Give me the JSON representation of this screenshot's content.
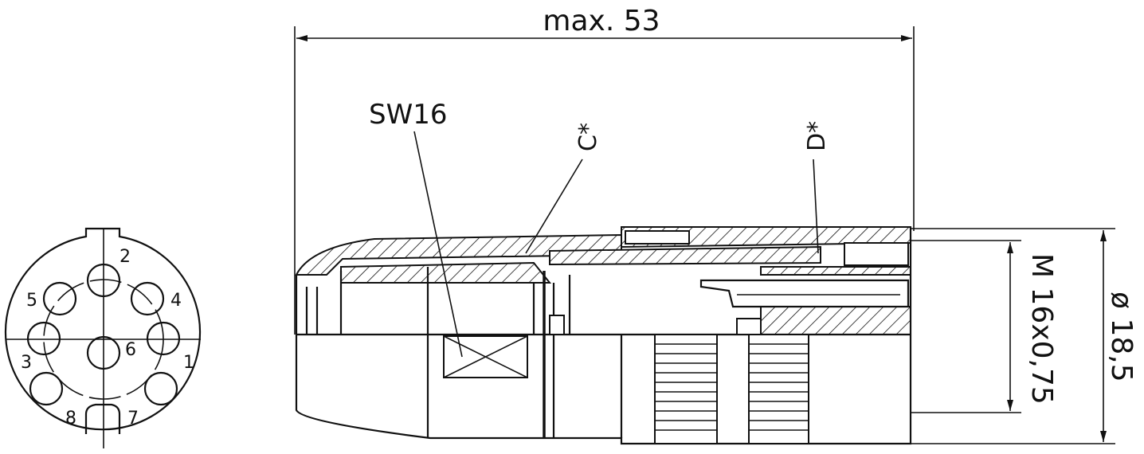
{
  "dimensions": {
    "overall_length": "max. 53",
    "thread": "M 16x0,75",
    "diameter": "ø 18,5"
  },
  "labels": {
    "wrench_size": "SW16",
    "callout_c": "C*",
    "callout_d": "D*"
  },
  "pins": [
    "1",
    "2",
    "3",
    "4",
    "5",
    "6",
    "7",
    "8"
  ],
  "colors": {
    "line": "#111111",
    "background": "#ffffff"
  }
}
